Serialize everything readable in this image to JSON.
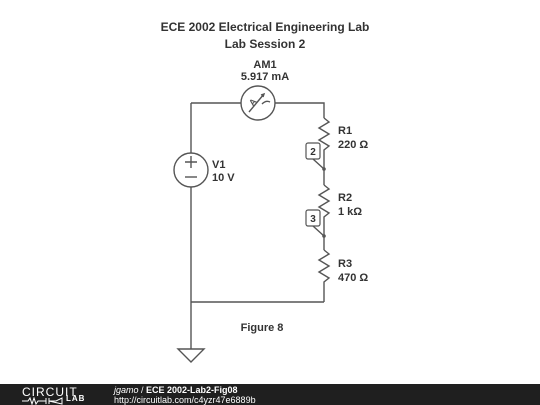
{
  "title": "ECE 2002 Electrical Engineering Lab",
  "subtitle": "Lab Session 2",
  "figure_label": "Figure 8",
  "components": {
    "ammeter": {
      "name": "AM1",
      "value": "5.917 mA"
    },
    "source": {
      "name": "V1",
      "value": "10 V"
    },
    "r1": {
      "name": "R1",
      "value": "220 Ω",
      "node": "2"
    },
    "r2": {
      "name": "R2",
      "value": "1 kΩ",
      "node": "3"
    },
    "r3": {
      "name": "R3",
      "value": "470 Ω"
    }
  },
  "footer": {
    "logo_top": "CIRCUIT",
    "logo_bottom": "LAB",
    "user": "jgamo",
    "separator": " / ",
    "schematic_title": "ECE 2002-Lab2-Fig08",
    "url": "http://circuitlab.com/c4yzr47e6889b"
  },
  "colors": {
    "wire": "#555555",
    "text": "#333333",
    "footer_bg": "#1f1f1f"
  }
}
